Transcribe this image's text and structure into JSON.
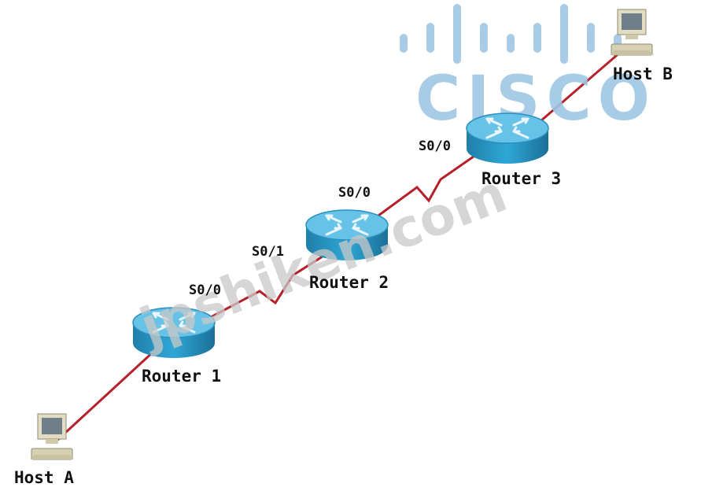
{
  "colors": {
    "link": "#b5202a",
    "router_body": "#2a9ccc",
    "router_top": "#68c3e6",
    "cisco_logo": "#9fc6e4",
    "watermark": "#c9c9c9",
    "pc_body": "#d9d4b8"
  },
  "watermarks": {
    "logo_text": "CISCO",
    "site_text": "jpshiken.com"
  },
  "devices": {
    "host_a": {
      "label": "Host A",
      "icon": "desktop-pc-icon"
    },
    "host_b": {
      "label": "Host B",
      "icon": "desktop-pc-icon"
    },
    "router_1": {
      "label": "Router 1",
      "icon": "router-icon"
    },
    "router_2": {
      "label": "Router 2",
      "icon": "router-icon"
    },
    "router_3": {
      "label": "Router 3",
      "icon": "router-icon"
    }
  },
  "interfaces": {
    "router1_s0_0": "S0/0",
    "router2_s0_1": "S0/1",
    "router2_s0_0": "S0/0",
    "router3_s0_0": "S0/0"
  }
}
